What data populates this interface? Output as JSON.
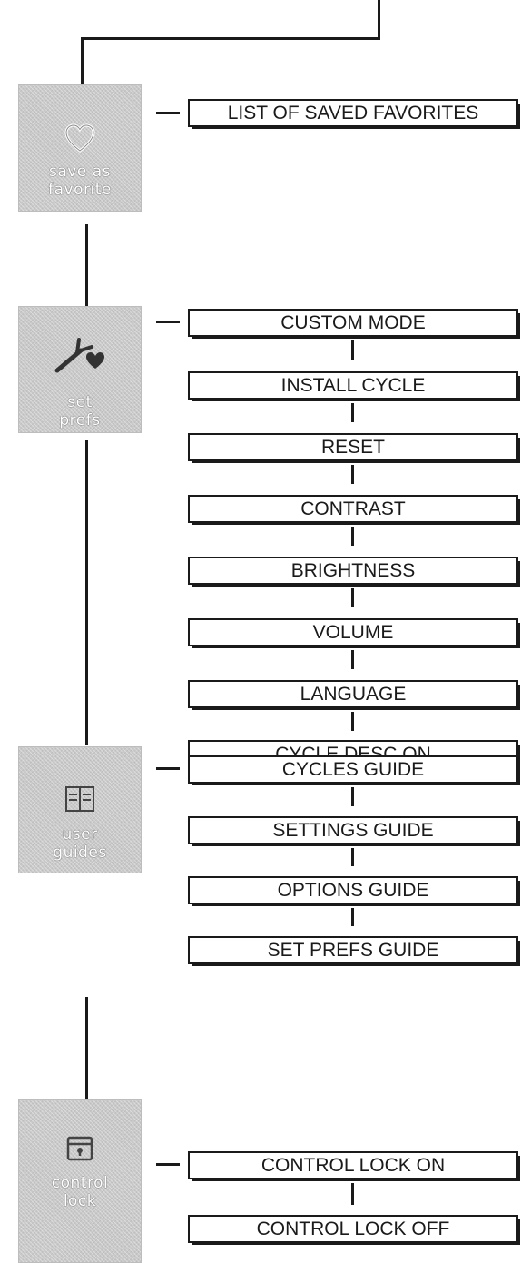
{
  "tiles": {
    "favorite": {
      "label": "save as\nfavorite",
      "icon": "heart-icon"
    },
    "prefs": {
      "label": "set\nprefs",
      "icon": "wrench-heart-icon"
    },
    "guides": {
      "label": "user\nguides",
      "icon": "book-icon"
    },
    "lock": {
      "label": "control\nlock",
      "icon": "lock-icon"
    }
  },
  "menus": {
    "favorite": [
      "LIST OF SAVED FAVORITES"
    ],
    "prefs": [
      "CUSTOM MODE",
      "INSTALL CYCLE",
      "RESET",
      "CONTRAST",
      "BRIGHTNESS",
      "VOLUME",
      "LANGUAGE",
      "CYCLE DESC ON"
    ],
    "guides": [
      "CYCLES GUIDE",
      "SETTINGS GUIDE",
      "OPTIONS GUIDE",
      "SET PREFS GUIDE"
    ],
    "lock": [
      "CONTROL LOCK ON",
      "CONTROL LOCK OFF"
    ]
  },
  "colors": {
    "tile": "#c9c9c9",
    "line": "#1a1a1a"
  }
}
